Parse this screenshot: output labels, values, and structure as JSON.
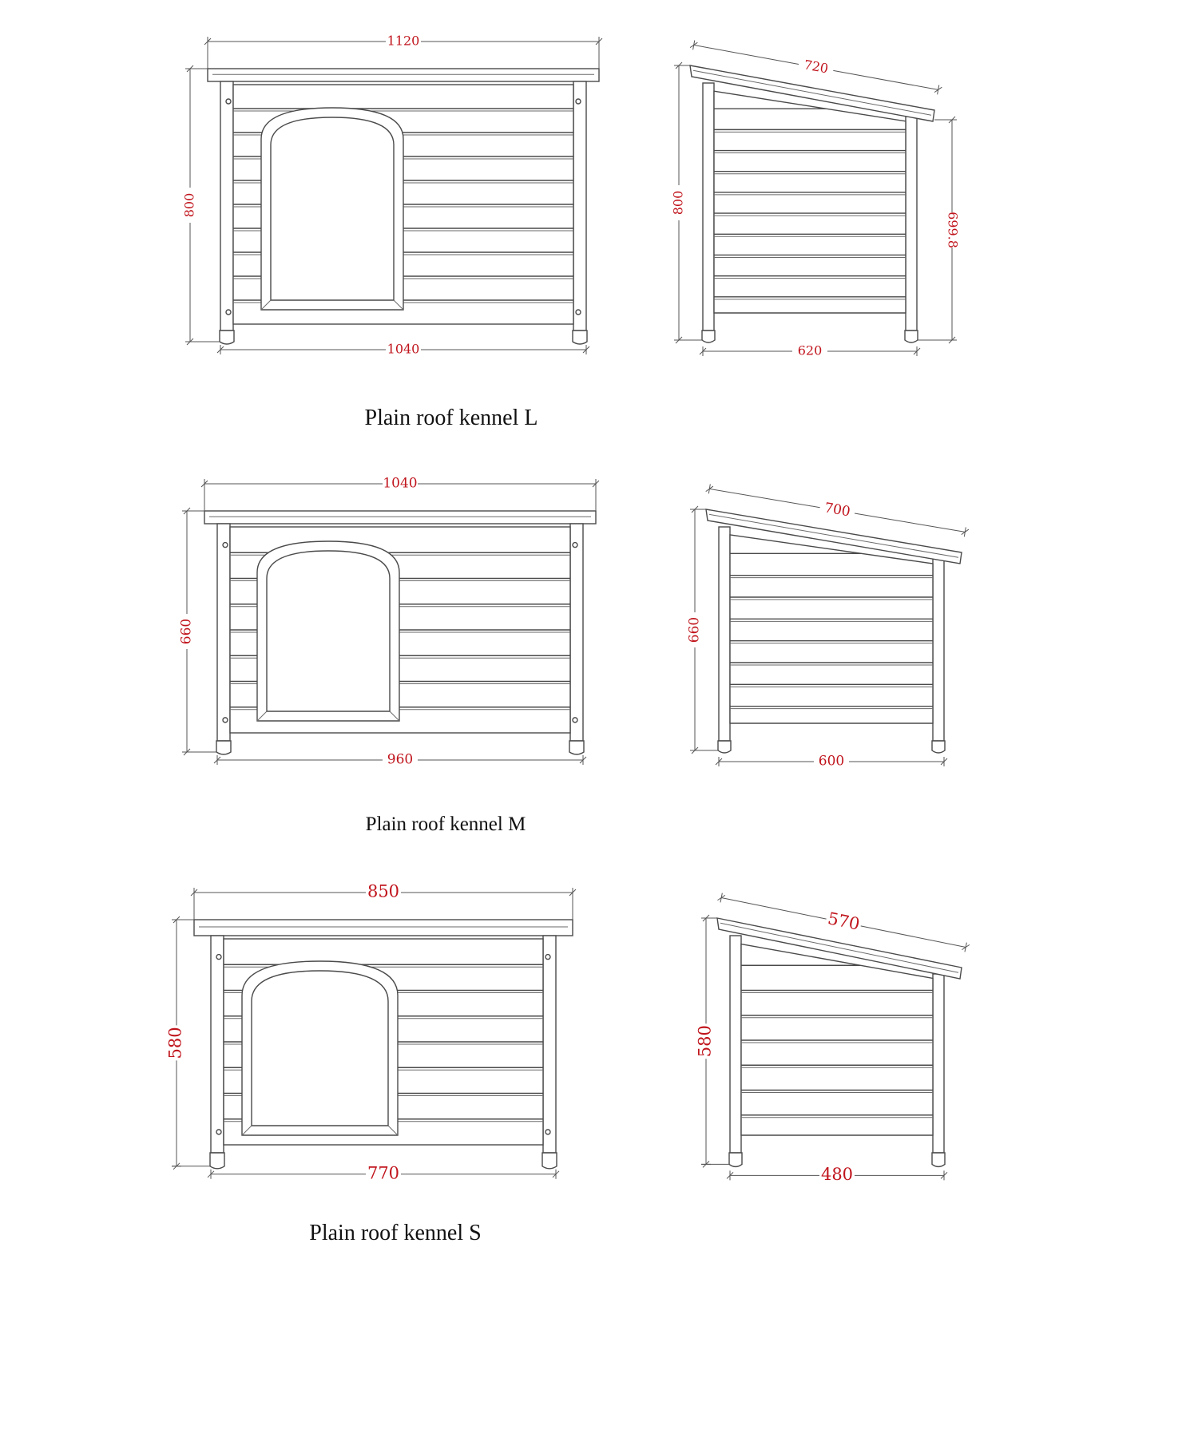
{
  "kennels": [
    {
      "size": "L",
      "caption": "Plain roof kennel L",
      "front": {
        "roof_width": "1120",
        "height": "800",
        "base_width": "1040"
      },
      "side": {
        "roof_length": "720",
        "front_height": "800",
        "back_height": "699.8",
        "base_depth": "620"
      }
    },
    {
      "size": "M",
      "caption": "Plain roof kennel M",
      "front": {
        "roof_width": "1040",
        "height": "660",
        "base_width": "960"
      },
      "side": {
        "roof_length": "700",
        "front_height": "660",
        "base_depth": "600"
      }
    },
    {
      "size": "S",
      "caption": "Plain roof kennel S",
      "front": {
        "roof_width": "850",
        "height": "580",
        "base_width": "770"
      },
      "side": {
        "roof_length": "570",
        "front_height": "580",
        "base_depth": "480"
      }
    }
  ],
  "colors": {
    "dimension_text": "#c0141c",
    "line": "#4a4a4a"
  }
}
